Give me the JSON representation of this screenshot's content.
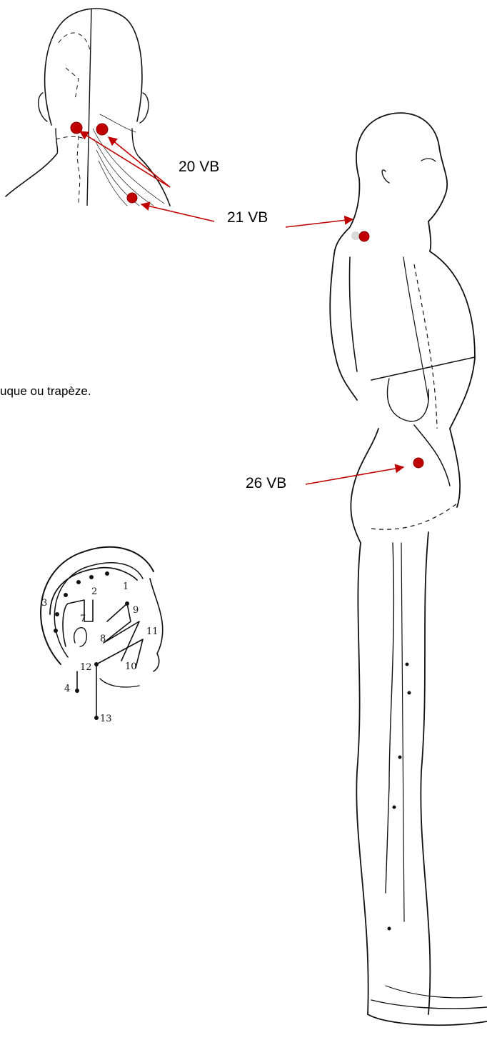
{
  "labels": {
    "vb20": "20 VB",
    "vb21": "21 VB",
    "vb26": "26 VB"
  },
  "fragment_text": "uque ou trapèze.",
  "side_head_numbers": [
    "1",
    "2",
    "3",
    "4",
    "7",
    "8",
    "9",
    "10",
    "11",
    "12",
    "13"
  ],
  "colors": {
    "point": "#c00000",
    "arrow": "#c00000",
    "line_art": "#111111"
  }
}
